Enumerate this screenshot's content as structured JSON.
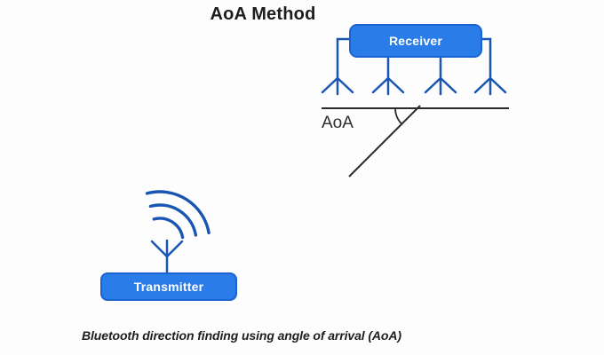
{
  "title": "AoA Method",
  "caption": "Bluetooth direction finding using angle of arrival (AoA)",
  "receiver": {
    "label": "Receiver",
    "antenna_count": 4
  },
  "transmitter": {
    "label": "Transmitter",
    "wave_count": 3
  },
  "angle": {
    "label": "AoA"
  },
  "colors": {
    "box_fill": "#2a7ce8",
    "box_border": "#1b63d1",
    "box_text": "#ffffff",
    "antenna_blue": "#1956b3",
    "line_dark": "#2b2b2b",
    "text_dark": "#1d1d1d",
    "background": "#fdfdfd"
  }
}
